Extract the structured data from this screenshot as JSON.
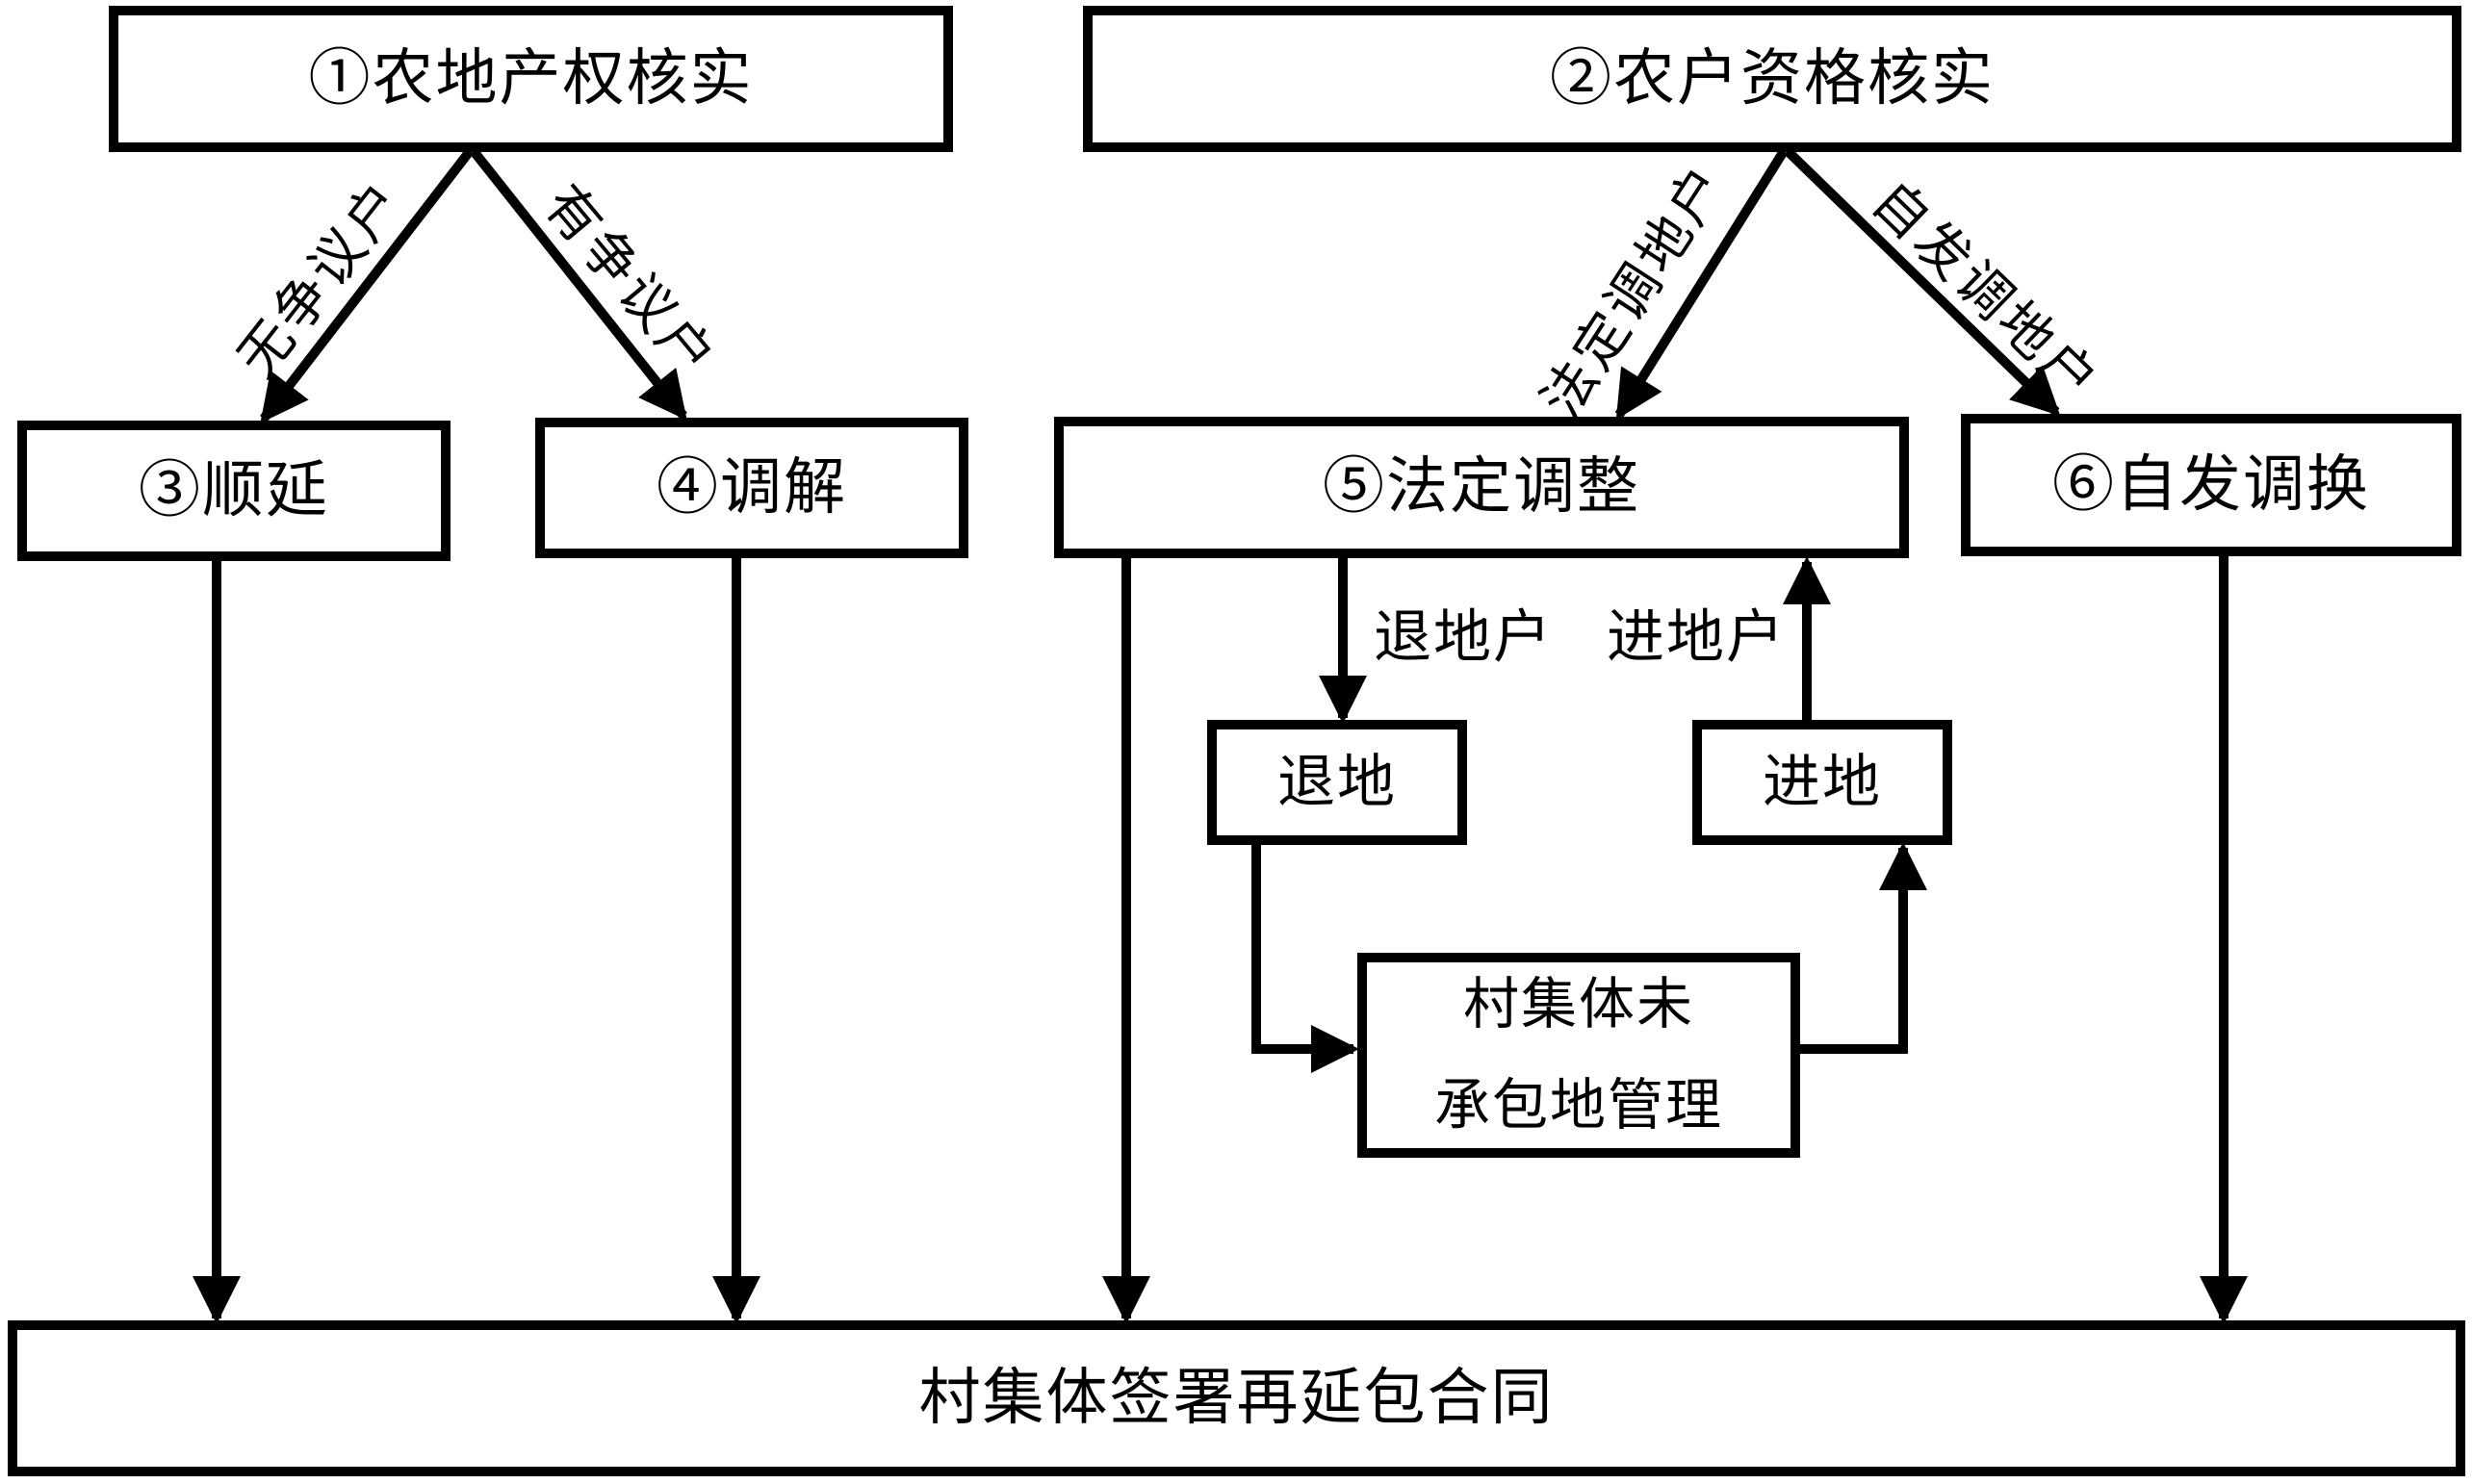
{
  "diagram": {
    "nodes": {
      "box1": "①农地产权核实",
      "box2": "②农户资格核实",
      "box3": "③顺延",
      "box4": "④调解",
      "box5": "⑤法定调整",
      "box6": "⑥自发调换",
      "tuidi": "退地",
      "jindi": "进地",
      "mgmt": "村集体未\n承包地管理",
      "bottom": "村集体签署再延包合同"
    },
    "edge_labels": {
      "no_dispute": "无争议户",
      "dispute": "有争议户",
      "statutory": "法定调地户",
      "voluntary": "自发调地户",
      "return_household": "退地户",
      "enter_household": "进地户"
    },
    "colors": {
      "ink": "#000000",
      "background": "#ffffff"
    }
  }
}
